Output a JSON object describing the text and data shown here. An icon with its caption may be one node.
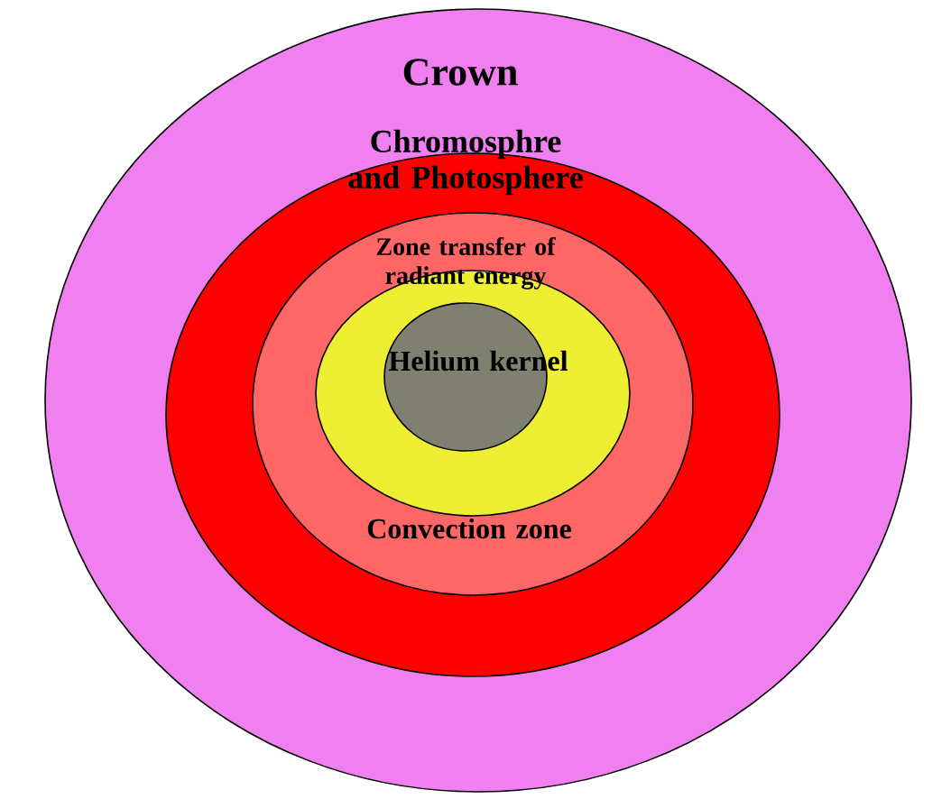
{
  "diagram": {
    "nodes": [
      {
        "text": [
          "Crown"
        ]
      },
      {
        "text": [
          "Chromosphre and Photosphere"
        ],
        "in": 0
      },
      {
        "text": [
          "Convection zone"
        ],
        "in": 1
      },
      {
        "text": [
          "Zone transfer of radiant energy"
        ],
        "in": 2
      },
      {
        "text": [
          "Helium kernel"
        ],
        "in": 3
      }
    ]
  }
}
